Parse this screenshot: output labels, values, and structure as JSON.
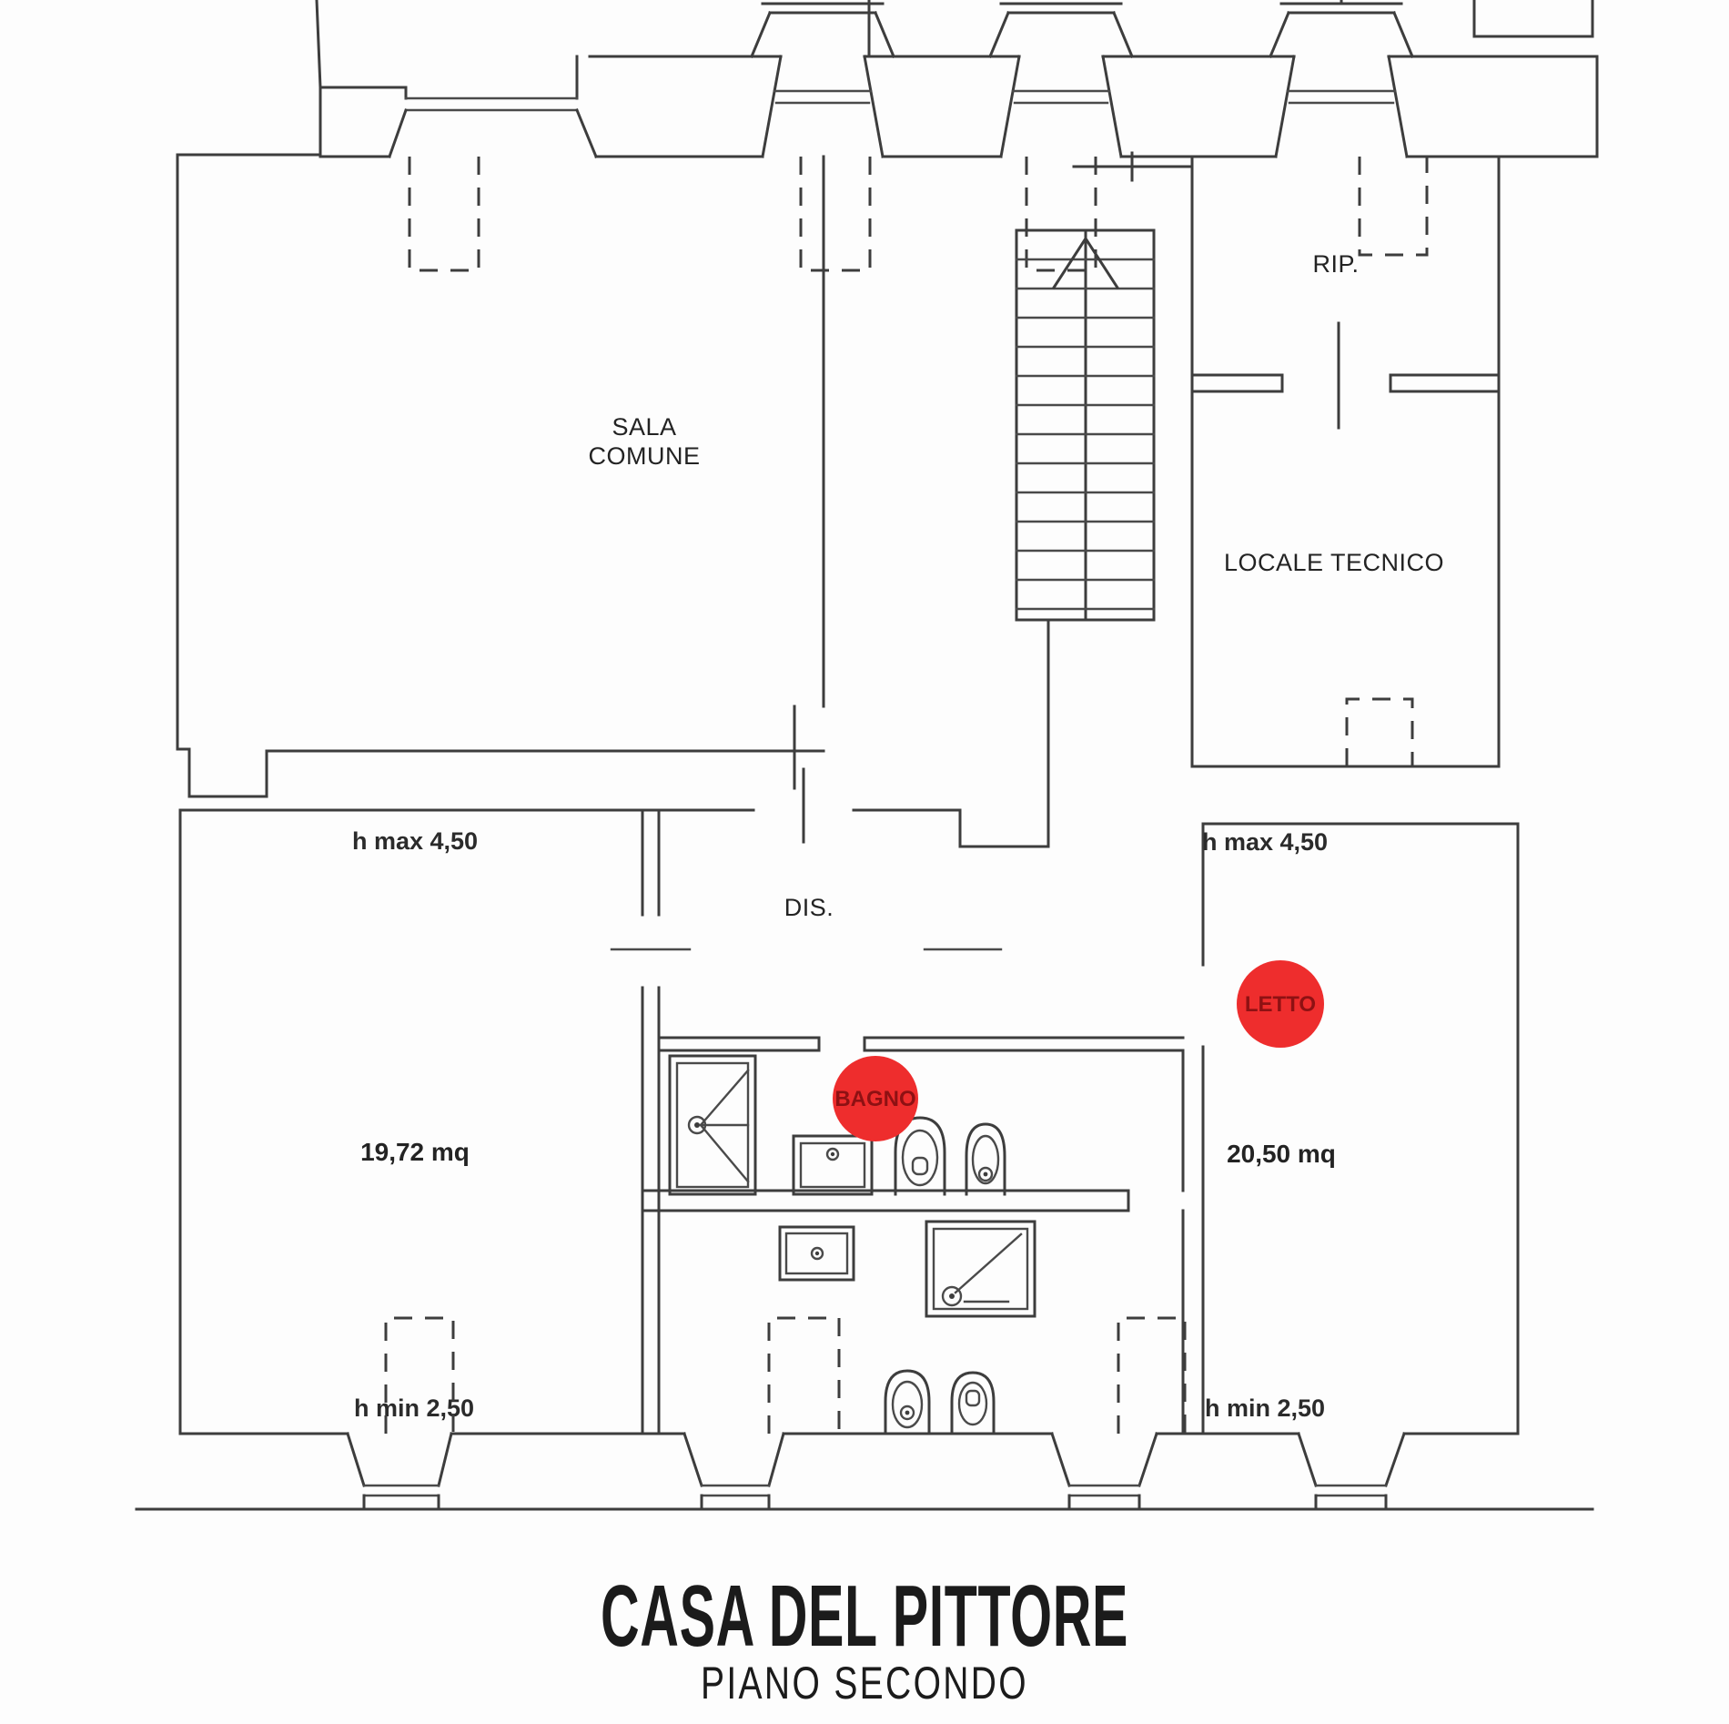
{
  "labels": {
    "sala_line1": "SALA",
    "sala_line2": "COMUNE",
    "rip": "RIP.",
    "locale": "LOCALE TECNICO",
    "dis": "DIS.",
    "area_left": "19,72 mq",
    "area_right": "20,50 mq",
    "h_max_left": "h max 4,50",
    "h_max_right": "h max 4,50",
    "h_min_left": "h min 2,50",
    "h_min_right": "h min 2,50",
    "bagno": "BAGNO",
    "letto": "LETTO",
    "title": "CASA DEL PITTORE",
    "subtitle": "PIANO SECONDO"
  },
  "colors": {
    "marker_red": "#ee2d2d",
    "marker_text": "#8e1113",
    "line": "#3d3d3d",
    "text": "#232323"
  }
}
